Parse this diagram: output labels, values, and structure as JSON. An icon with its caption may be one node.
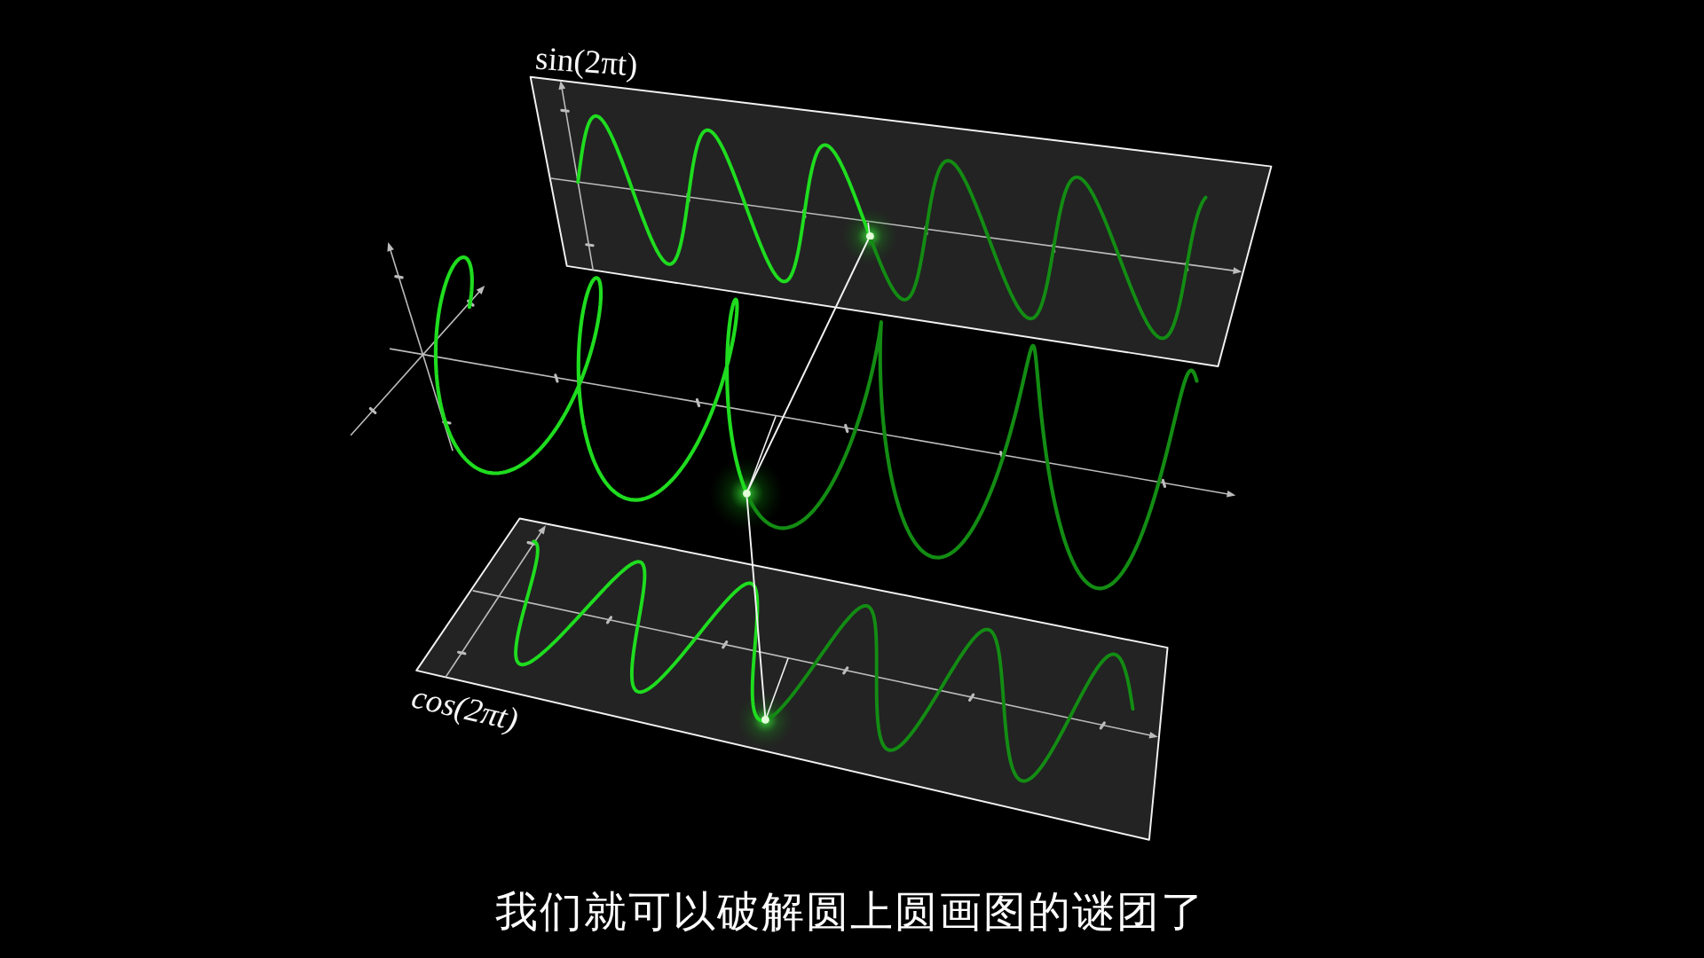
{
  "diagram": {
    "caption": "我们就可以破解圆上圆画图的谜团了",
    "nodes": [
      {
        "text": [
          "sin(2πt)"
        ]
      },
      {
        "text": [],
        "shape": "circle",
        "in": 0
      },
      {
        "text": [],
        "shape": "circle"
      },
      {
        "text": [
          "cos(2πt)"
        ]
      },
      {
        "text": [],
        "shape": "circle",
        "in": 3
      }
    ],
    "edges": [
      {
        "from": 2,
        "to": 1,
        "arrow": "none"
      },
      {
        "from": 2,
        "to": 4,
        "arrow": "none"
      }
    ]
  }
}
